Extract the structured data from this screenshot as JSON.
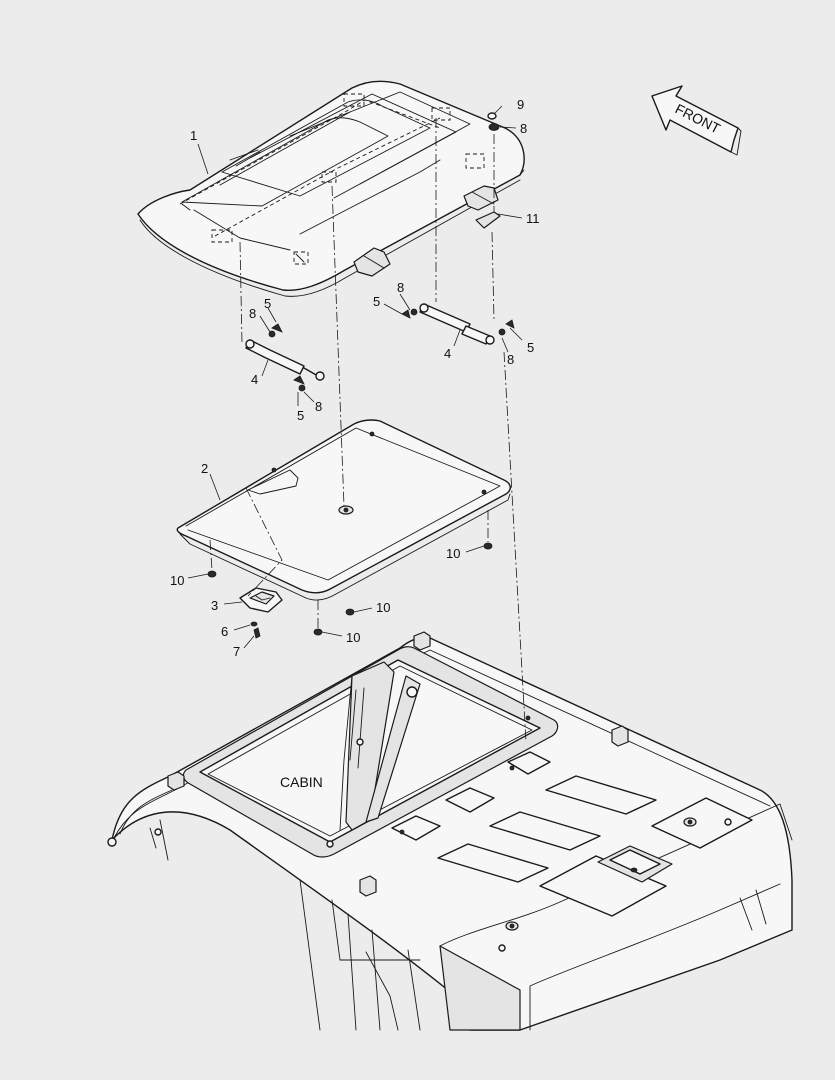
{
  "diagram": {
    "front_label": "FRONT",
    "cabin_label": "CABIN",
    "callouts": {
      "c1": "1",
      "c2": "2",
      "c3": "3",
      "c4a": "4",
      "c4b": "4",
      "c5a": "5",
      "c5b": "5",
      "c5c": "5",
      "c5d": "5",
      "c6": "6",
      "c7": "7",
      "c8a": "8",
      "c8b": "8",
      "c8c": "8",
      "c8d": "8",
      "c8e": "8",
      "c9": "9",
      "c10a": "10",
      "c10b": "10",
      "c10c": "10",
      "c10d": "10",
      "c11": "11"
    }
  }
}
